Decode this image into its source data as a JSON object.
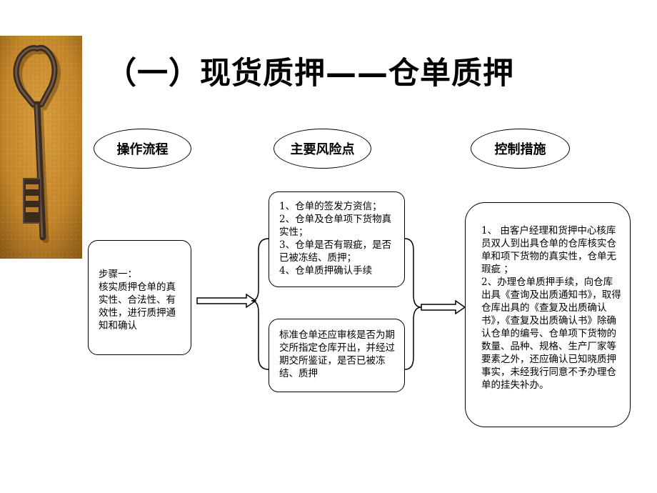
{
  "title": "（一）现货质押——仓单质押",
  "headers": {
    "process": "操作流程",
    "risk": "主要风险点",
    "control": "控制措施"
  },
  "step_box": {
    "text": "步骤一：\n核实质押仓单的真实性、合法性、有效性，进行质押通知和确认"
  },
  "risk_box_1": {
    "text": "1、仓单的签发方资信；\n2、仓单及仓单项下货物真实性；\n3、仓单是否有瑕疵，是否已被冻结、质押；\n4、仓单质押确认手续"
  },
  "risk_box_2": {
    "text": "标准仓单还应审核是否为期交所指定仓库开出，并经过期交所鉴证，是否已被冻结、质押"
  },
  "control_box": {
    "text": "1、 由客户经理和货押中心核库员双人到出具仓单的仓库核实仓单和项下货物的真实性，仓单无瑕疵 ；\n2、办理仓单质押手续，向仓库出具《查询及出质通知书》，取得仓库出具的《查复及出质确认书》，《查复及出质确认书》除确认仓单的编号、仓单项下货物的数量、品种、规格、生产厂家等要素之外，还应确认已知晓质押事实，未经我行同意不予办理仓单的挂失补办。"
  }
}
